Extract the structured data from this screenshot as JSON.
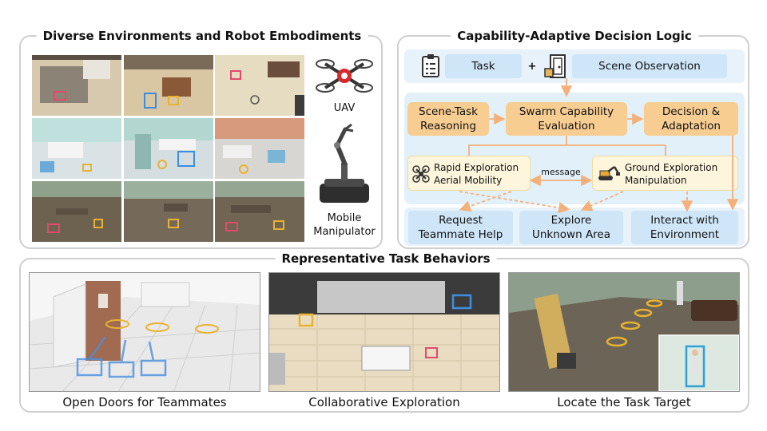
{
  "panels": {
    "environments_title": "Diverse Environments and Robot Embodiments",
    "decision_title": "Capability-Adaptive Decision Logic",
    "behaviors_title": "Representative Task Behaviors"
  },
  "robots": {
    "uav_label": "UAV",
    "manipulator_label": "Mobile\nManipulator"
  },
  "decision": {
    "task": "Task",
    "plus": "+",
    "scene_observation": "Scene Observation",
    "scene_task_reasoning": "Scene-Task\nReasoning",
    "swarm_capability": "Swarm Capability\nEvaluation",
    "decision_adaptation": "Decision &\nAdaptation",
    "rapid_exploration": "Rapid Exploration\nAerial Mobility",
    "message": "message",
    "ground_exploration": "Ground Exploration\nManipulation",
    "request_help": "Request\nTeammate Help",
    "explore_unknown": "Explore\nUnknown Area",
    "interact_env": "Interact with\nEnvironment"
  },
  "behaviors": {
    "open_doors": "Open Doors for Teammates",
    "collab_exploration": "Collaborative Exploration",
    "locate_target": "Locate the Task Target"
  },
  "colors": {
    "blue_box": "#cfe6f8",
    "orange_box": "#f8cd92",
    "cream_box": "#fdf6dd",
    "arrow": "#f4b07a",
    "panel_border": "#cfcfcf"
  }
}
